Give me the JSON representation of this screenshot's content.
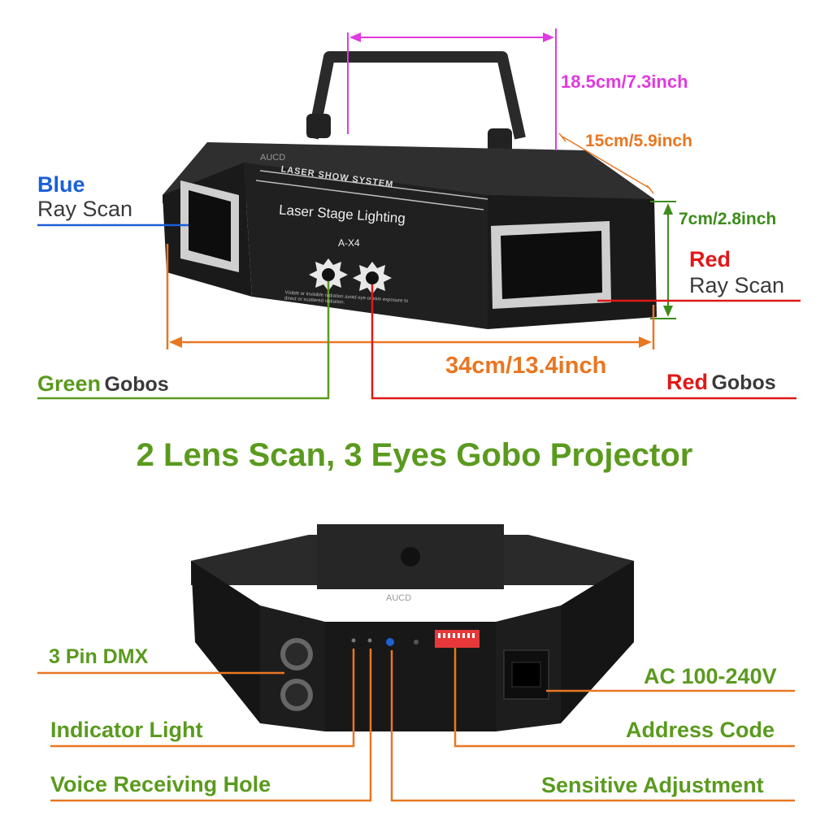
{
  "colors": {
    "magenta": "#e03ae0",
    "orange": "#e87722",
    "green": "#5a9a1e",
    "dark_green": "#3c8c1a",
    "blue": "#1a5fd6",
    "red": "#e01818",
    "text_dark": "#3a3a3a",
    "housing": "#1c1c1c"
  },
  "dimensions": {
    "handle_width": "18.5cm/7.3inch",
    "depth": "15cm/5.9inch",
    "height": "7cm/2.8inch",
    "length": "34cm/13.4inch"
  },
  "front_labels": {
    "blue_word": "Blue",
    "blue_rest": "Ray Scan",
    "red_word": "Red",
    "red_rest": "Ray Scan",
    "green_word": "Green",
    "green_rest": "Gobos",
    "red_gobo_word": "Red",
    "red_gobo_rest": "Gobos"
  },
  "device_print": {
    "brand_line": "LASER SHOW SYSTEM",
    "name": "Laser Stage Lighting",
    "model": "A-X4",
    "warning": "Visible or invisible radiation avoid eye or skin exposure to direct or scattered radiation."
  },
  "watermark": "AUCD",
  "title": "2 Lens Scan, 3 Eyes Gobo Projector",
  "rear_labels": {
    "dmx": "3 Pin DMX",
    "indicator": "Indicator Light",
    "voice": "Voice Receiving Hole",
    "ac": "AC 100-240V",
    "address": "Address Code",
    "sensitive": "Sensitive Adjustment"
  }
}
